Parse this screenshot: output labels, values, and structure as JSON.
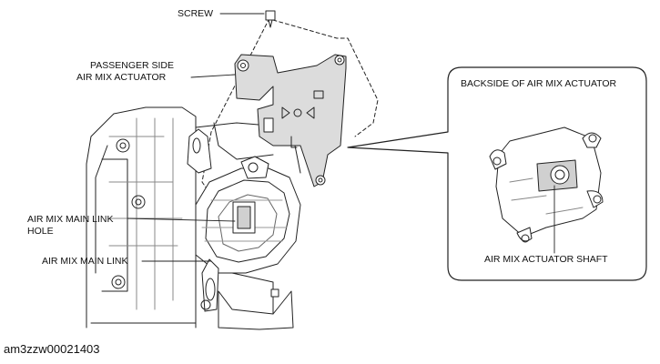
{
  "labels": {
    "screw": "SCREW",
    "passenger_actuator_line1": "PASSENGER SIDE",
    "passenger_actuator_line2": "AIR MIX ACTUATOR",
    "main_link_hole_line1": "AIR MIX MAIN LINK",
    "main_link_hole_line2": "HOLE",
    "main_link": "AIR MIX MAIN LINK",
    "backside_title": "BACKSIDE OF AIR MIX ACTUATOR",
    "actuator_shaft": "AIR MIX ACTUATOR SHAFT"
  },
  "figure_id": "am3zzw00021403"
}
